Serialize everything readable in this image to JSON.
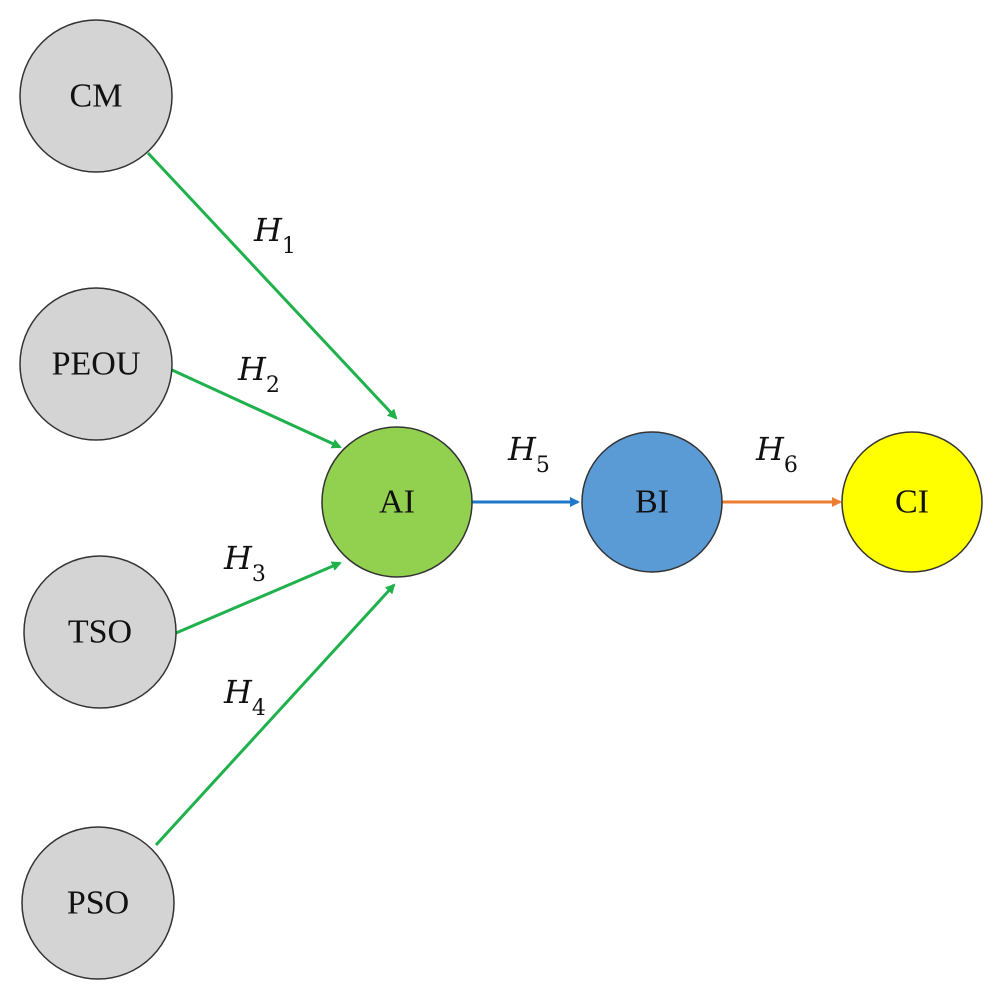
{
  "colors": {
    "input_node": "#d4d4d4",
    "mediator_node": "#92d050",
    "bi_node": "#5b9bd5",
    "ci_node": "#ffff00",
    "green_edge": "#1fb14b",
    "blue_edge": "#1f78c8",
    "orange_edge": "#ed7d31",
    "node_stroke": "#333333"
  },
  "nodes": {
    "cm": {
      "label": "CM"
    },
    "peou": {
      "label": "PEOU"
    },
    "tso": {
      "label": "TSO"
    },
    "pso": {
      "label": "PSO"
    },
    "ai": {
      "label": "AI"
    },
    "bi": {
      "label": "BI"
    },
    "ci": {
      "label": "CI"
    }
  },
  "edges": {
    "h1": {
      "from": "CM",
      "to": "AI",
      "letter": "H",
      "sub": "1"
    },
    "h2": {
      "from": "PEOU",
      "to": "AI",
      "letter": "H",
      "sub": "2"
    },
    "h3": {
      "from": "TSO",
      "to": "AI",
      "letter": "H",
      "sub": "3"
    },
    "h4": {
      "from": "PSO",
      "to": "AI",
      "letter": "H",
      "sub": "4"
    },
    "h5": {
      "from": "AI",
      "to": "BI",
      "letter": "H",
      "sub": "5"
    },
    "h6": {
      "from": "BI",
      "to": "CI",
      "letter": "H",
      "sub": "6"
    }
  }
}
